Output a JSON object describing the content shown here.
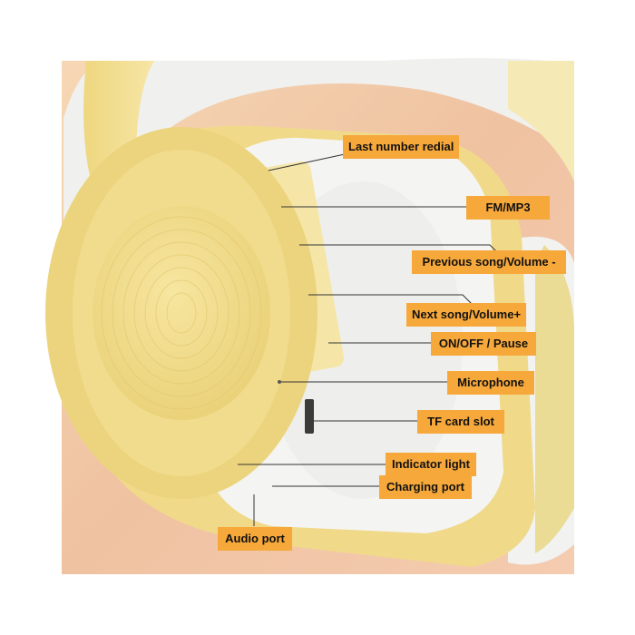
{
  "image": {
    "subject": "yellow-headphones",
    "colors": {
      "background": "#f3c7a3",
      "earcup": "#f2dd8a",
      "cushion": "#f1f1f1",
      "label_fill": "#f7a83a",
      "leader_line": "#333333"
    }
  },
  "callouts": {
    "last_redial": "Last number redial",
    "fm_mp3": "FM/MP3",
    "previous_song": "Previous song/Volume -",
    "next_song": "Next song/Volume+",
    "on_off": "ON/OFF / Pause",
    "microphone": "Microphone",
    "tf_card": "TF card slot",
    "indicator": "Indicator light",
    "charging": "Charging port",
    "audio": "Audio port"
  }
}
